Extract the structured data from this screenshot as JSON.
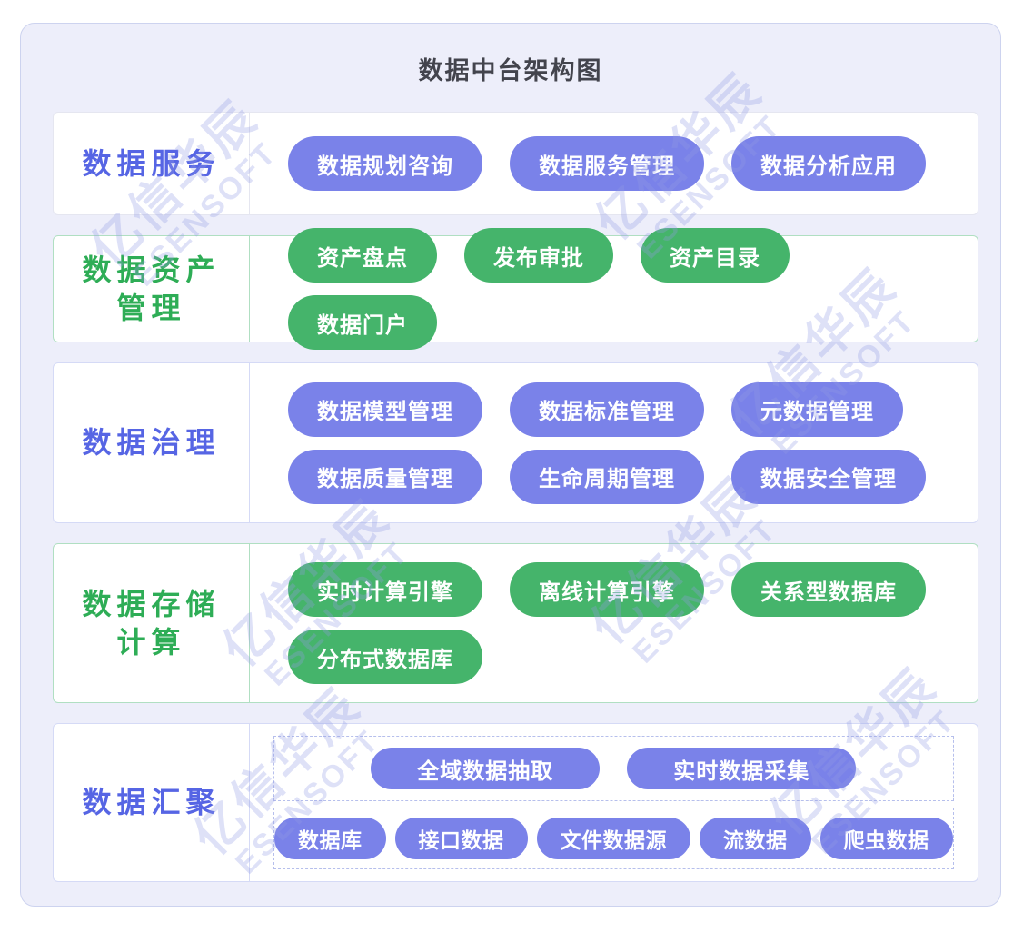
{
  "title": "数据中台架构图",
  "watermark": {
    "line1": "亿信华辰",
    "line2": "ESENSOFT"
  },
  "rows": [
    {
      "label": "数据服务",
      "pills": [
        "数据规划咨询",
        "数据服务管理",
        "数据分析应用"
      ]
    },
    {
      "label": "数据资产管理",
      "pills": [
        "资产盘点",
        "发布审批",
        "资产目录",
        "数据门户"
      ]
    },
    {
      "label": "数据治理",
      "pills": [
        "数据模型管理",
        "数据标准管理",
        "元数据管理",
        "数据质量管理",
        "生命周期管理",
        "数据安全管理"
      ]
    },
    {
      "label": "数据存储计算",
      "pills": [
        "实时计算引擎",
        "离线计算引擎",
        "关系型数据库",
        "分布式数据库"
      ]
    },
    {
      "label": "数据汇聚",
      "groups": [
        {
          "items": [
            "全域数据抽取",
            "实时数据采集"
          ]
        },
        {
          "items": [
            "数据库",
            "接口数据",
            "文件数据源",
            "流数据",
            "爬虫数据"
          ]
        }
      ]
    }
  ],
  "colors": {
    "pill_blue": "#7a82e9",
    "pill_green": "#45b46b",
    "label_blue": "#5665e4",
    "label_green": "#2ead56",
    "board_bg": "#edeefa",
    "board_border": "#cdd3ef",
    "border_gray": "#e5e6f0",
    "border_green": "#b0dfc2",
    "border_blue": "#d5daf6",
    "dashed_border": "#b6bfec",
    "title_color": "#43444d",
    "watermark_color": "rgba(146,156,229,0.30)"
  }
}
